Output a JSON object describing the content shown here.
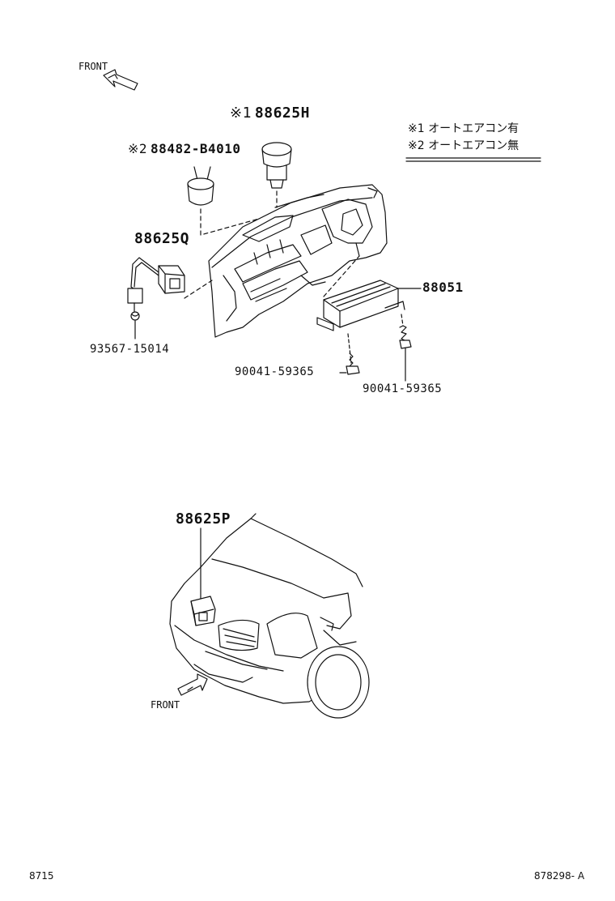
{
  "front_label_top": "FRONT",
  "front_label_bottom": "FRONT",
  "legend": {
    "items": [
      {
        "mark": "※1",
        "text": "オートエアコン有"
      },
      {
        "mark": "※2",
        "text": "オートエアコン無"
      }
    ]
  },
  "parts": {
    "p88625H": {
      "mark": "※1",
      "number": "88625H"
    },
    "p88482": {
      "mark": "※2",
      "number": "88482-B4010"
    },
    "p88625Q": {
      "number": "88625Q"
    },
    "p93567": {
      "number": "93567-15014"
    },
    "p88051": {
      "number": "88051"
    },
    "p90041_left": {
      "number": "90041-59365"
    },
    "p90041_right": {
      "number": "90041-59365"
    },
    "p88625P": {
      "number": "88625P"
    }
  },
  "footer": {
    "left": "8715",
    "right": "878298- A"
  }
}
